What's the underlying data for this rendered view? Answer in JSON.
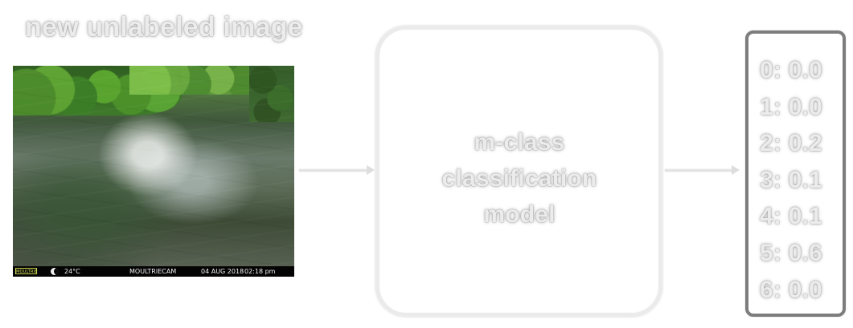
{
  "diagram": {
    "input_label": "new unlabeled image",
    "camera_overlay": {
      "brand": "MOULTRIE",
      "temperature": "24°C",
      "camera_name": "MOULTRIECAM",
      "date": "04 AUG 2018",
      "time": "02:18 pm"
    },
    "model_label": "m-class\nclassification\nmodel",
    "outputs": [
      "0: 0.0",
      "1: 0.0",
      "2: 0.2",
      "3: 0.1",
      "4: 0.1",
      "5: 0.6",
      "6: 0.0"
    ]
  },
  "icons": {
    "moon_phase": "moon-icon",
    "flow_arrow": "right-arrow-icon"
  },
  "colors": {
    "text_fill": "#ececec",
    "soft_border": "#ebebeb",
    "output_border": "#7d7d7d",
    "camera_bar": "#040404",
    "brand_accent": "#d8e25a"
  }
}
